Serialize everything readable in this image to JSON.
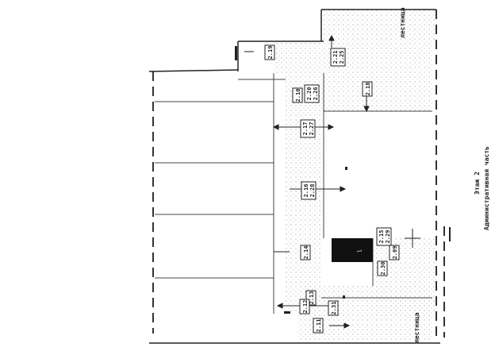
{
  "title": "Административная часть",
  "floor": "Этаж 2",
  "top_room": "лестница",
  "bottom_room": "лестница",
  "legend_mark": "l",
  "room_codes": [
    {
      "id": "r1",
      "lines": [
        "2.21",
        "2.25"
      ]
    },
    {
      "id": "r2",
      "lines": [
        "2.20",
        "2.26"
      ]
    },
    {
      "id": "r3",
      "lines": [
        "2.19"
      ]
    },
    {
      "id": "r4",
      "lines": [
        "2.18"
      ]
    },
    {
      "id": "r5",
      "lines": [
        "2.17",
        "2.27"
      ]
    },
    {
      "id": "r6",
      "lines": [
        "2.16",
        "2.28"
      ]
    },
    {
      "id": "r7",
      "lines": [
        "2.15",
        "2.29"
      ]
    },
    {
      "id": "r8",
      "lines": [
        "2.14"
      ]
    },
    {
      "id": "r9",
      "lines": [
        "2.30"
      ]
    },
    {
      "id": "r10",
      "lines": [
        "2.13"
      ]
    },
    {
      "id": "r11",
      "lines": [
        "2.12"
      ]
    },
    {
      "id": "r12",
      "lines": [
        "2.11"
      ]
    },
    {
      "id": "r13",
      "lines": [
        "2.31"
      ]
    },
    {
      "id": "r14",
      "lines": [
        "2.10"
      ]
    },
    {
      "id": "r15",
      "lines": [
        "2.09"
      ]
    }
  ],
  "colors": {
    "ink": "#222222",
    "fill_dark": "#111111",
    "stipple": "#9a9a9a",
    "paper": "#ffffff"
  }
}
